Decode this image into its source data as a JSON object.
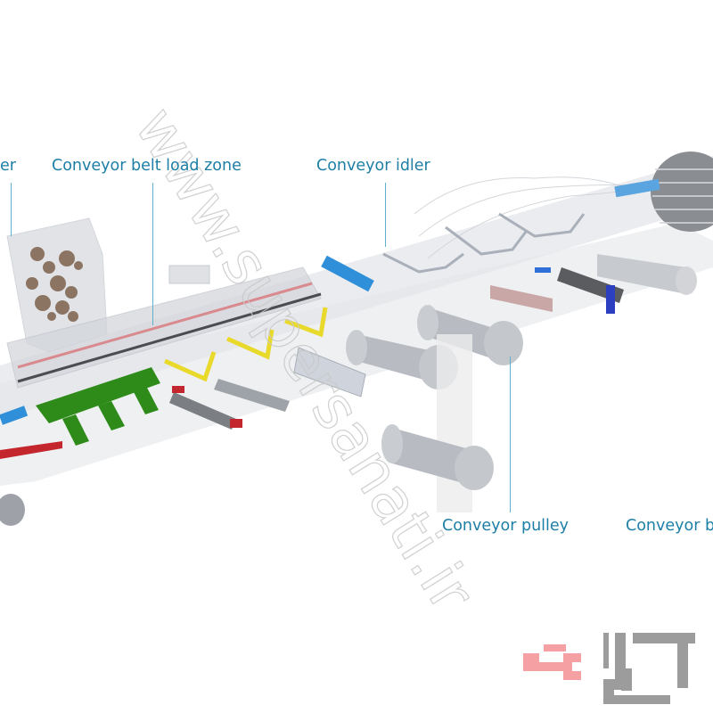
{
  "diagram": {
    "labels": [
      {
        "id": "hopper",
        "text": "er"
      },
      {
        "id": "load-zone",
        "text": "Conveyor belt load zone"
      },
      {
        "id": "idler",
        "text": "Conveyor idler"
      },
      {
        "id": "pulley",
        "text": "Conveyor pulley"
      },
      {
        "id": "belt",
        "text": "Conveyor b"
      }
    ]
  },
  "watermark": {
    "text": "www.supersanati.ir"
  },
  "colors": {
    "label": "#1e7fa6",
    "leader": "#5fb0cf",
    "belt": "#e4e6ea",
    "green_frame": "#2e8b1a",
    "yellow_frame": "#e8d92a",
    "blue_roller": "#2f8fd8",
    "red_part": "#c4262e",
    "pulley_grey": "#b8bcc2",
    "logo_pink": "#f5a0a3",
    "logo_grey": "#9c9c9c"
  }
}
